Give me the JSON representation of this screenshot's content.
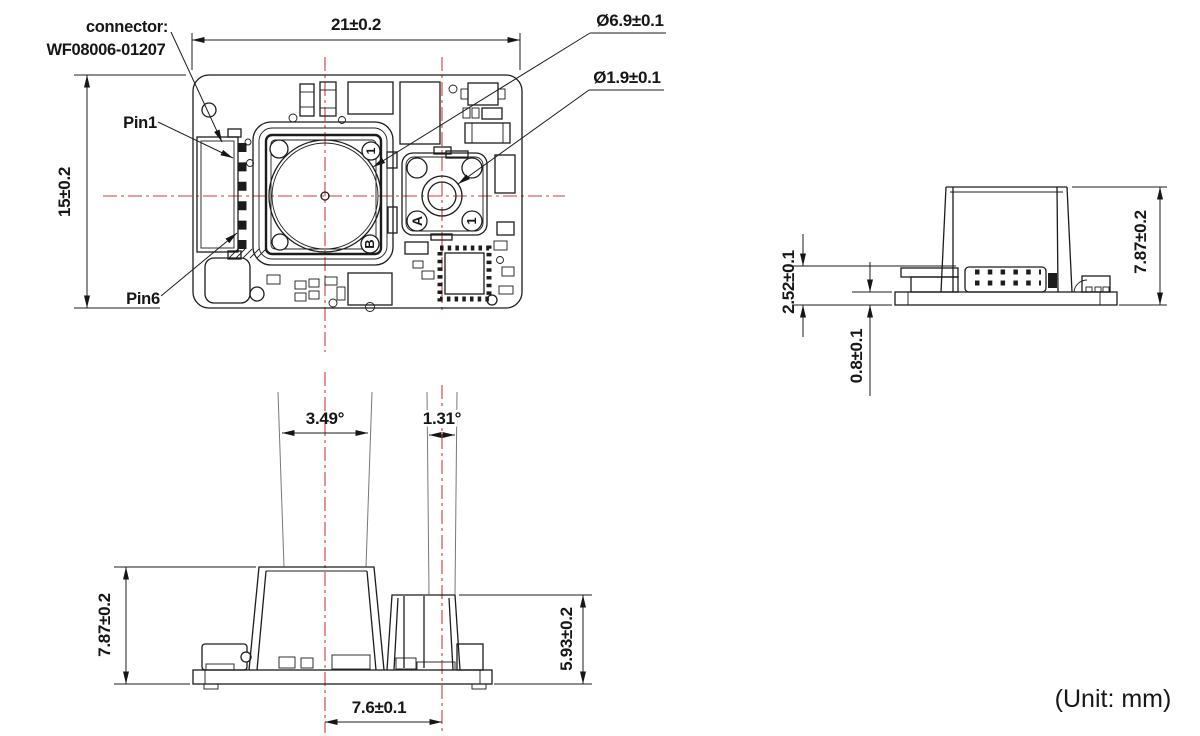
{
  "unit_label": "(Unit: mm)",
  "colors": {
    "line": "#1c1c1c",
    "centerline": "#cc3b3b"
  },
  "top_view": {
    "connector_label_line1": "connector:",
    "connector_label_line2": "WF08006-01207",
    "pin1_label": "Pin1",
    "pin6_label": "Pin6",
    "dim_width": "21±0.2",
    "dim_height": "15±0.2",
    "dim_lens_diameter": "Ø6.9±0.1",
    "dim_emitter_diameter": "Ø1.9±0.1",
    "mark_lens_top_right": "1",
    "mark_lens_bottom_right": "B",
    "mark_emitter_bottom_left": "A",
    "mark_emitter_bottom_right": "1"
  },
  "side_view": {
    "dim_standoff": "2.52±0.1",
    "dim_pcb_thickness": "0.8±0.1",
    "dim_total_height": "7.87±0.2"
  },
  "front_view": {
    "dim_total_height": "7.87±0.2",
    "dim_emitter_height": "5.93±0.2",
    "dim_optical_spacing": "7.6±0.1",
    "angle_receiver": "3.49°",
    "angle_emitter": "1.31°"
  }
}
